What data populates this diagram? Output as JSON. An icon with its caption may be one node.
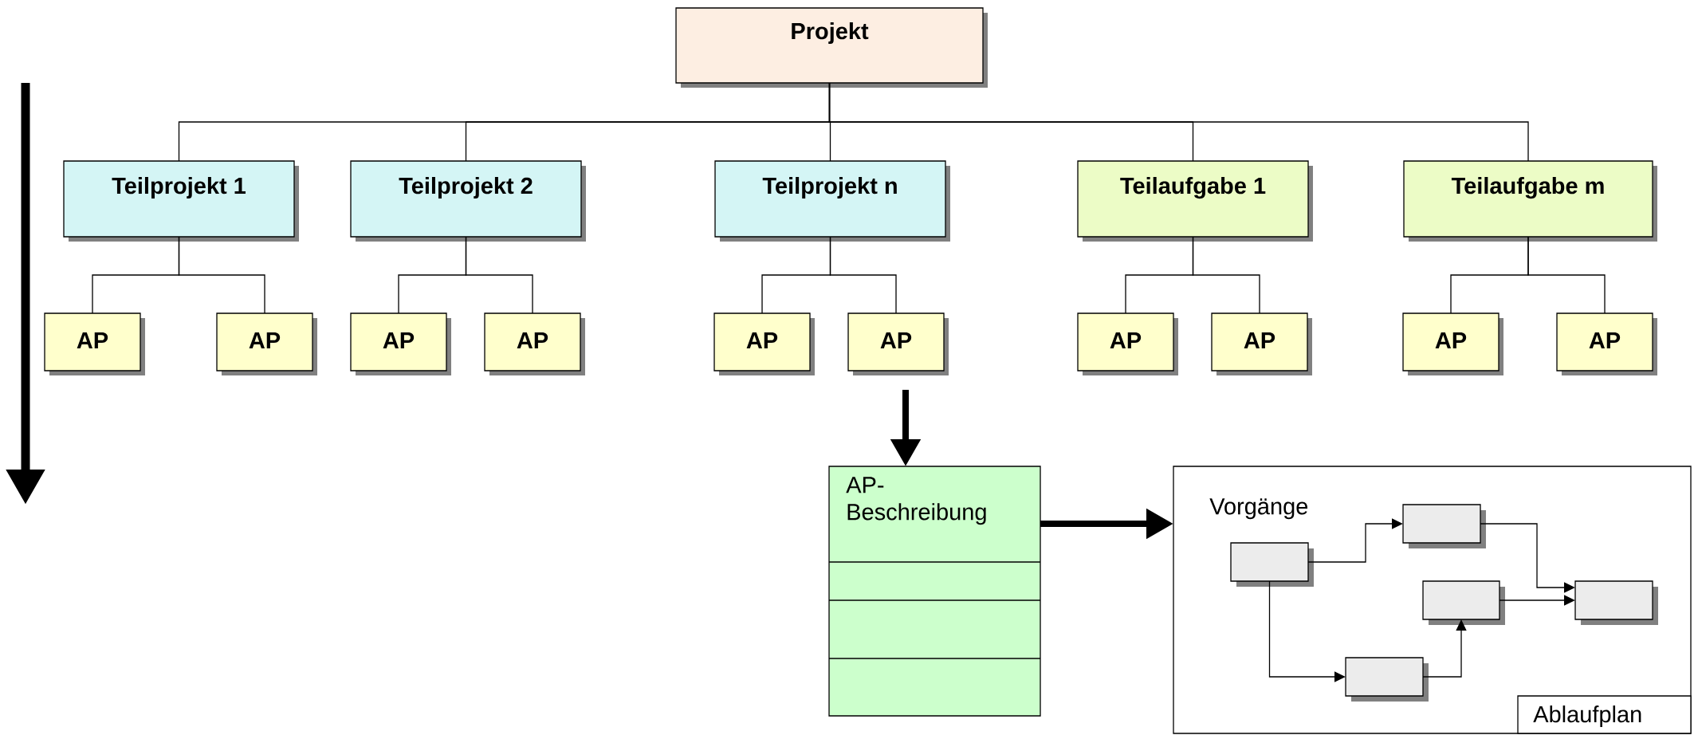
{
  "diagram": {
    "nodes": [
      {
        "text": [
          "Projekt"
        ]
      },
      {
        "text": [
          "Teilprojekt 1"
        ]
      },
      {
        "text": [
          "Teilprojekt 2"
        ]
      },
      {
        "text": [
          "Teilprojekt n"
        ]
      },
      {
        "text": [
          "Teilaufgabe 1"
        ]
      },
      {
        "text": [
          "Teilaufgabe m"
        ]
      },
      {
        "text": [
          "AP"
        ]
      },
      {
        "text": [
          "AP"
        ]
      },
      {
        "text": [
          "AP"
        ]
      },
      {
        "text": [
          "AP"
        ]
      },
      {
        "text": [
          "AP"
        ]
      },
      {
        "text": [
          "AP"
        ]
      },
      {
        "text": [
          "AP"
        ]
      },
      {
        "text": [
          "AP"
        ]
      },
      {
        "text": [
          "AP"
        ]
      },
      {
        "text": [
          "AP"
        ]
      },
      {
        "text": [
          "AP-Beschreibung"
        ]
      },
      {
        "text": [
          "Vorgänge"
        ]
      },
      {
        "text": [
          "Ablaufplan"
        ],
        "in": 17
      },
      {
        "text": [],
        "shape": "box",
        "in": 17
      },
      {
        "text": [],
        "shape": "box",
        "in": 17
      },
      {
        "text": [],
        "shape": "box",
        "in": 17
      },
      {
        "text": [],
        "shape": "box",
        "in": 17
      },
      {
        "text": [],
        "shape": "box",
        "in": 17
      }
    ],
    "edges": [
      {
        "from": 0,
        "to": 1,
        "arrow": "none"
      },
      {
        "from": 0,
        "to": 2,
        "arrow": "none"
      },
      {
        "from": 0,
        "to": 3,
        "arrow": "none"
      },
      {
        "from": 0,
        "to": 4,
        "arrow": "none"
      },
      {
        "from": 0,
        "to": 5,
        "arrow": "none"
      },
      {
        "from": 1,
        "to": 6,
        "arrow": "none"
      },
      {
        "from": 1,
        "to": 7,
        "arrow": "none"
      },
      {
        "from": 2,
        "to": 8,
        "arrow": "none"
      },
      {
        "from": 2,
        "to": 9,
        "arrow": "none"
      },
      {
        "from": 3,
        "to": 10,
        "arrow": "none"
      },
      {
        "from": 3,
        "to": 11,
        "arrow": "none"
      },
      {
        "from": 4,
        "to": 12,
        "arrow": "none"
      },
      {
        "from": 4,
        "to": 13,
        "arrow": "none"
      },
      {
        "from": 5,
        "to": 14,
        "arrow": "none"
      },
      {
        "from": 5,
        "to": 15,
        "arrow": "none"
      },
      {
        "from": 11,
        "to": 16,
        "arrow": "to",
        "style": "thick"
      },
      {
        "from": 16,
        "to": 17,
        "arrow": "to",
        "style": "thick"
      },
      {
        "from": 19,
        "to": 21,
        "arrow": "to"
      },
      {
        "from": 21,
        "to": 23,
        "arrow": "to"
      },
      {
        "from": 22,
        "to": 23,
        "arrow": "to"
      },
      {
        "from": 19,
        "to": 20,
        "arrow": "to"
      },
      {
        "from": 20,
        "to": 22,
        "arrow": "to"
      }
    ]
  }
}
